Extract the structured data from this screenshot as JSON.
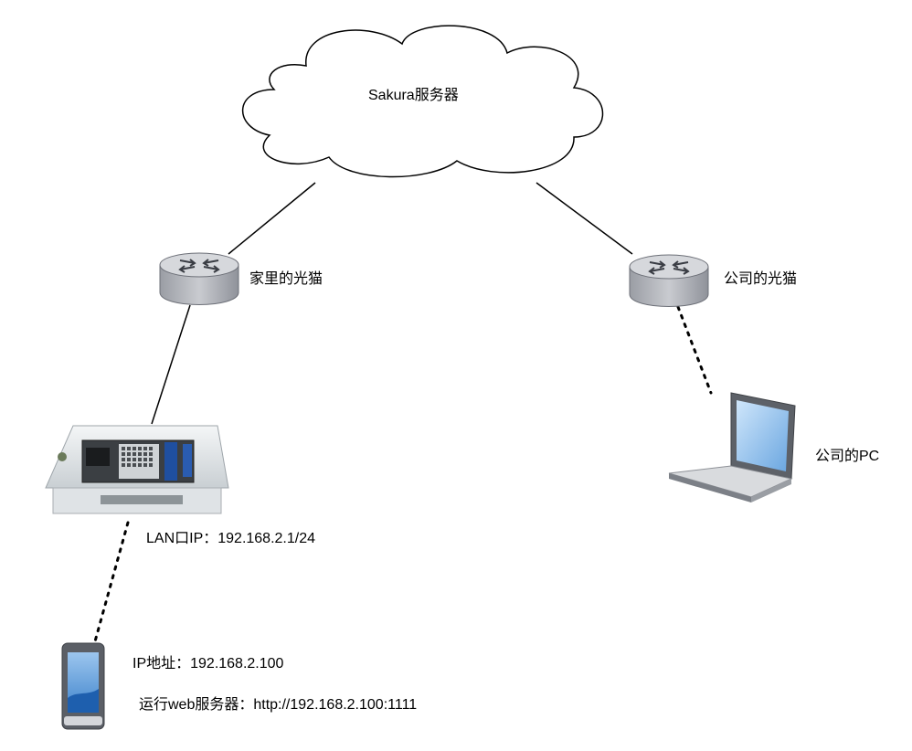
{
  "nodes": {
    "cloud": {
      "label": "Sakura服务器",
      "icon": "cloud-icon"
    },
    "home_router": {
      "label": "家里的光猫",
      "icon": "router-icon"
    },
    "office_router": {
      "label": "公司的光猫",
      "icon": "router-icon"
    },
    "dev_board": {
      "label": "LAN口IP：192.168.2.1/24",
      "icon": "dev-board-icon"
    },
    "office_pc": {
      "label": "公司的PC",
      "icon": "laptop-icon"
    },
    "phone": {
      "ip_label": "IP地址：192.168.2.100",
      "server_label": "运行web服务器：http://192.168.2.100:1111",
      "icon": "phone-icon"
    }
  },
  "connections": [
    {
      "from": "cloud",
      "to": "home_router",
      "style": "solid"
    },
    {
      "from": "cloud",
      "to": "office_router",
      "style": "solid"
    },
    {
      "from": "home_router",
      "to": "dev_board",
      "style": "solid"
    },
    {
      "from": "office_router",
      "to": "office_pc",
      "style": "dotted"
    },
    {
      "from": "dev_board",
      "to": "phone",
      "style": "dotted"
    }
  ],
  "colors": {
    "line": "#000000",
    "router_top": "#d4d6db",
    "router_body": "#a9acb3",
    "screen_blue": "#7fb4e6"
  }
}
